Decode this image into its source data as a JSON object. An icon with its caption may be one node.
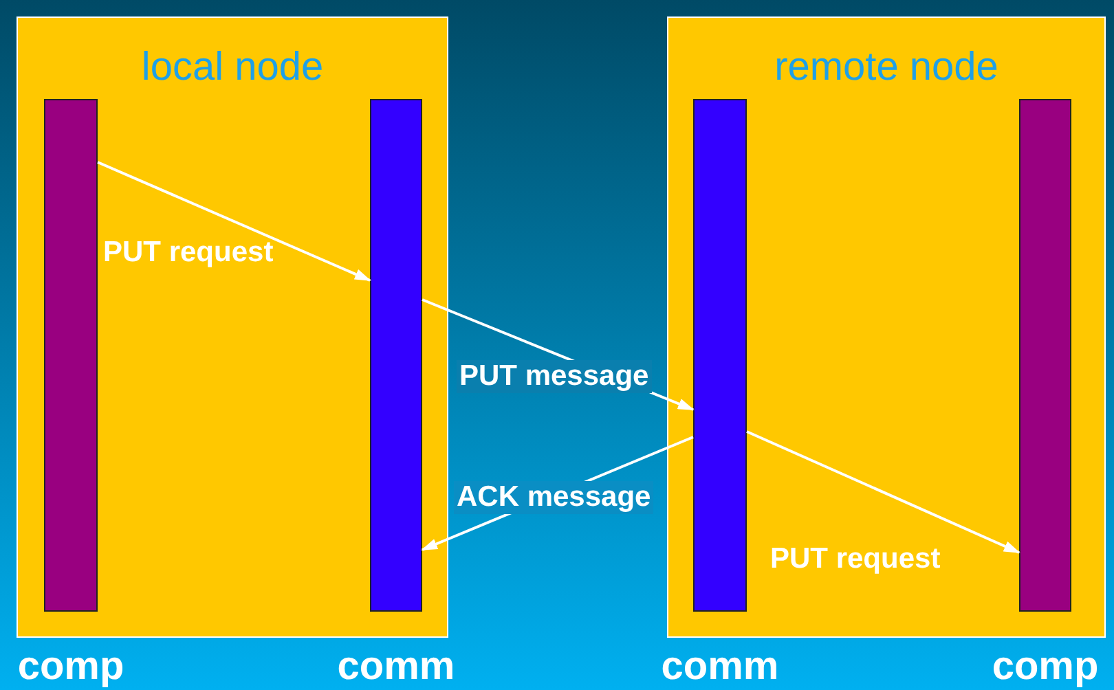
{
  "diagram": {
    "nodes": [
      {
        "text": [
          "local node"
        ]
      },
      {
        "text": [],
        "shape": "bar",
        "in": 0,
        "beside": [
          "comp"
        ]
      },
      {
        "text": [],
        "shape": "bar",
        "in": 0,
        "beside": [
          "comm"
        ]
      },
      {
        "text": [
          "remote node"
        ]
      },
      {
        "text": [],
        "shape": "bar",
        "in": 3,
        "beside": [
          "comm"
        ]
      },
      {
        "text": [],
        "shape": "bar",
        "in": 3,
        "beside": [
          "comp"
        ]
      }
    ],
    "edges": [
      {
        "from": 1,
        "to": 2,
        "arrow": "to",
        "label": "PUT request"
      },
      {
        "from": 2,
        "to": 4,
        "arrow": "to",
        "label": "PUT message"
      },
      {
        "from": 4,
        "to": 2,
        "arrow": "to",
        "label": "ACK message"
      },
      {
        "from": 4,
        "to": 5,
        "arrow": "to",
        "label": "PUT request"
      }
    ]
  }
}
